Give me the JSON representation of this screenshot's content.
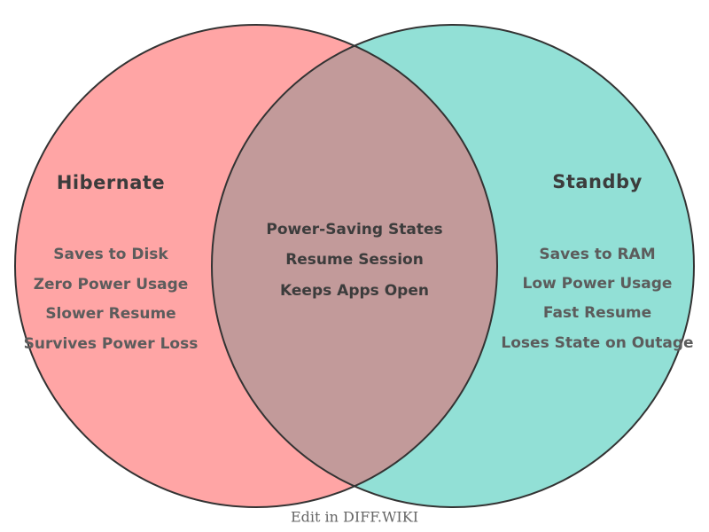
{
  "colors": {
    "left_fill": "#FFA5A5",
    "right_fill": "#92E0D6",
    "overlap_fill": "#C29A9A",
    "outline": "#333333",
    "background": "#FFFFFF"
  },
  "venn": {
    "left": {
      "title": "Hibernate",
      "items": [
        "Saves to Disk",
        "Zero Power Usage",
        "Slower Resume",
        "Survives Power Loss"
      ]
    },
    "right": {
      "title": "Standby",
      "items": [
        "Saves to RAM",
        "Low Power Usage",
        "Fast Resume",
        "Loses State on Outage"
      ]
    },
    "intersection": {
      "items": [
        "Power-Saving States",
        "Resume Session",
        "Keeps Apps Open"
      ]
    }
  },
  "footer": {
    "label": "Edit in DIFF.WIKI"
  }
}
